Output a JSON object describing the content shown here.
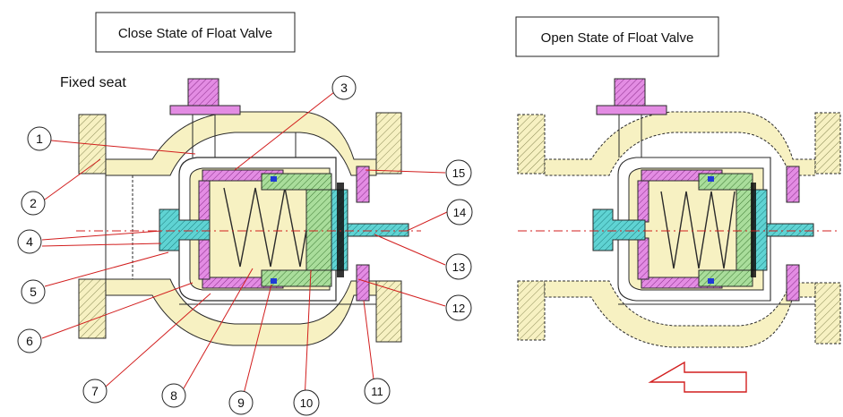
{
  "titles": {
    "close": "Close State of Float Valve",
    "open": "Open State of Float Valve"
  },
  "fixed_seat_label": "Fixed seat",
  "callouts": [
    "1",
    "2",
    "3",
    "4",
    "5",
    "6",
    "7",
    "8",
    "9",
    "10",
    "11",
    "12",
    "13",
    "14",
    "15"
  ],
  "colors": {
    "body_fill": "#f7f1c2",
    "outline": "#2a2a2a",
    "magenta": "#d25ad2",
    "green": "#9ad68c",
    "cyan": "#44c8c8",
    "blue": "#1f3bd6",
    "leader": "#d21e1e",
    "arrow": "#d21e1e"
  }
}
